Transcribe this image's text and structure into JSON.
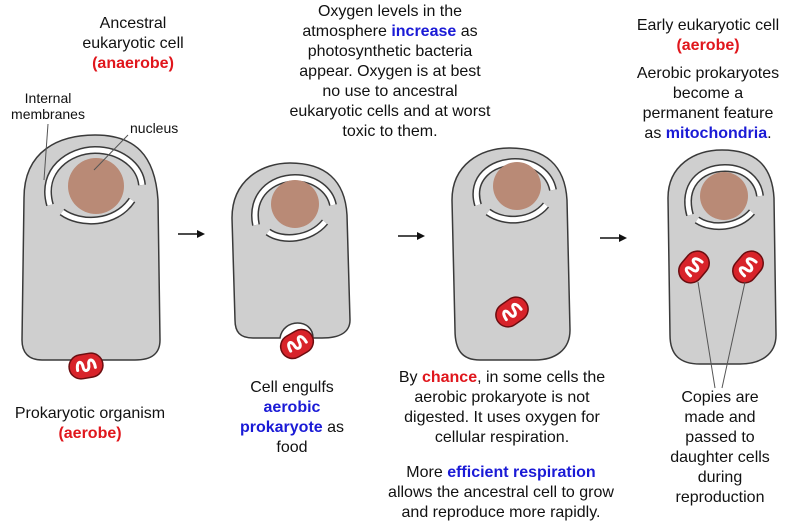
{
  "colors": {
    "cell_fill": "#cfcfcf",
    "cell_stroke": "#3a3a3a",
    "nucleus": "#b98a76",
    "prokaryote": "#d8232a",
    "highlight_red": "#e0161c",
    "highlight_blue": "#1a1ad6"
  },
  "stage1": {
    "title_line1": "Ancestral",
    "title_line2": "eukaryotic cell",
    "title_highlight": "(anaerobe)",
    "label_membranes_1": "Internal",
    "label_membranes_2": "membranes",
    "label_nucleus": "nucleus",
    "prokaryote_line1": "Prokaryotic organism",
    "prokaryote_highlight": "(aerobe)"
  },
  "stage2": {
    "caption_line1": "Cell engulfs",
    "caption_highlight1": "aerobic",
    "caption_highlight2": "prokaryote",
    "caption_rest2": " as",
    "caption_line4": "food"
  },
  "stage3": {
    "top_line1_a": "Oxygen levels in the",
    "top_line2_a": "atmosphere ",
    "top_line2_highlight": "increase",
    "top_line2_b": " as",
    "top_line3": "photosynthetic bacteria",
    "top_line4": "appear.  Oxygen is at best",
    "top_line5": "no use to ancestral",
    "top_line6": "eukaryotic cells and at worst",
    "top_line7": "toxic to them.",
    "bottom_line1_a": "By ",
    "bottom_line1_highlight": "chance",
    "bottom_line1_b": ", in some cells the",
    "bottom_line2": "aerobic prokaryote is not",
    "bottom_line3": "digested.  It uses oxygen for",
    "bottom_line4": "cellular respiration.",
    "more_line1_a": "More ",
    "more_line1_highlight": "efficient respiration",
    "more_line2": "allows the ancestral cell to grow",
    "more_line3": "and reproduce more rapidly."
  },
  "stage4": {
    "title_line1": "Early eukaryotic cell",
    "title_highlight": "(aerobe)",
    "desc_line1": "Aerobic prokaryotes",
    "desc_line2": "become a",
    "desc_line3": "permanent feature",
    "desc_line4_a": "as ",
    "desc_line4_highlight": "mitochondria",
    "desc_line4_b": ".",
    "copies_line1": "Copies are",
    "copies_line2": "made and",
    "copies_line3": "passed to",
    "copies_line4": "daughter cells",
    "copies_line5": "during",
    "copies_line6": "reproduction"
  }
}
